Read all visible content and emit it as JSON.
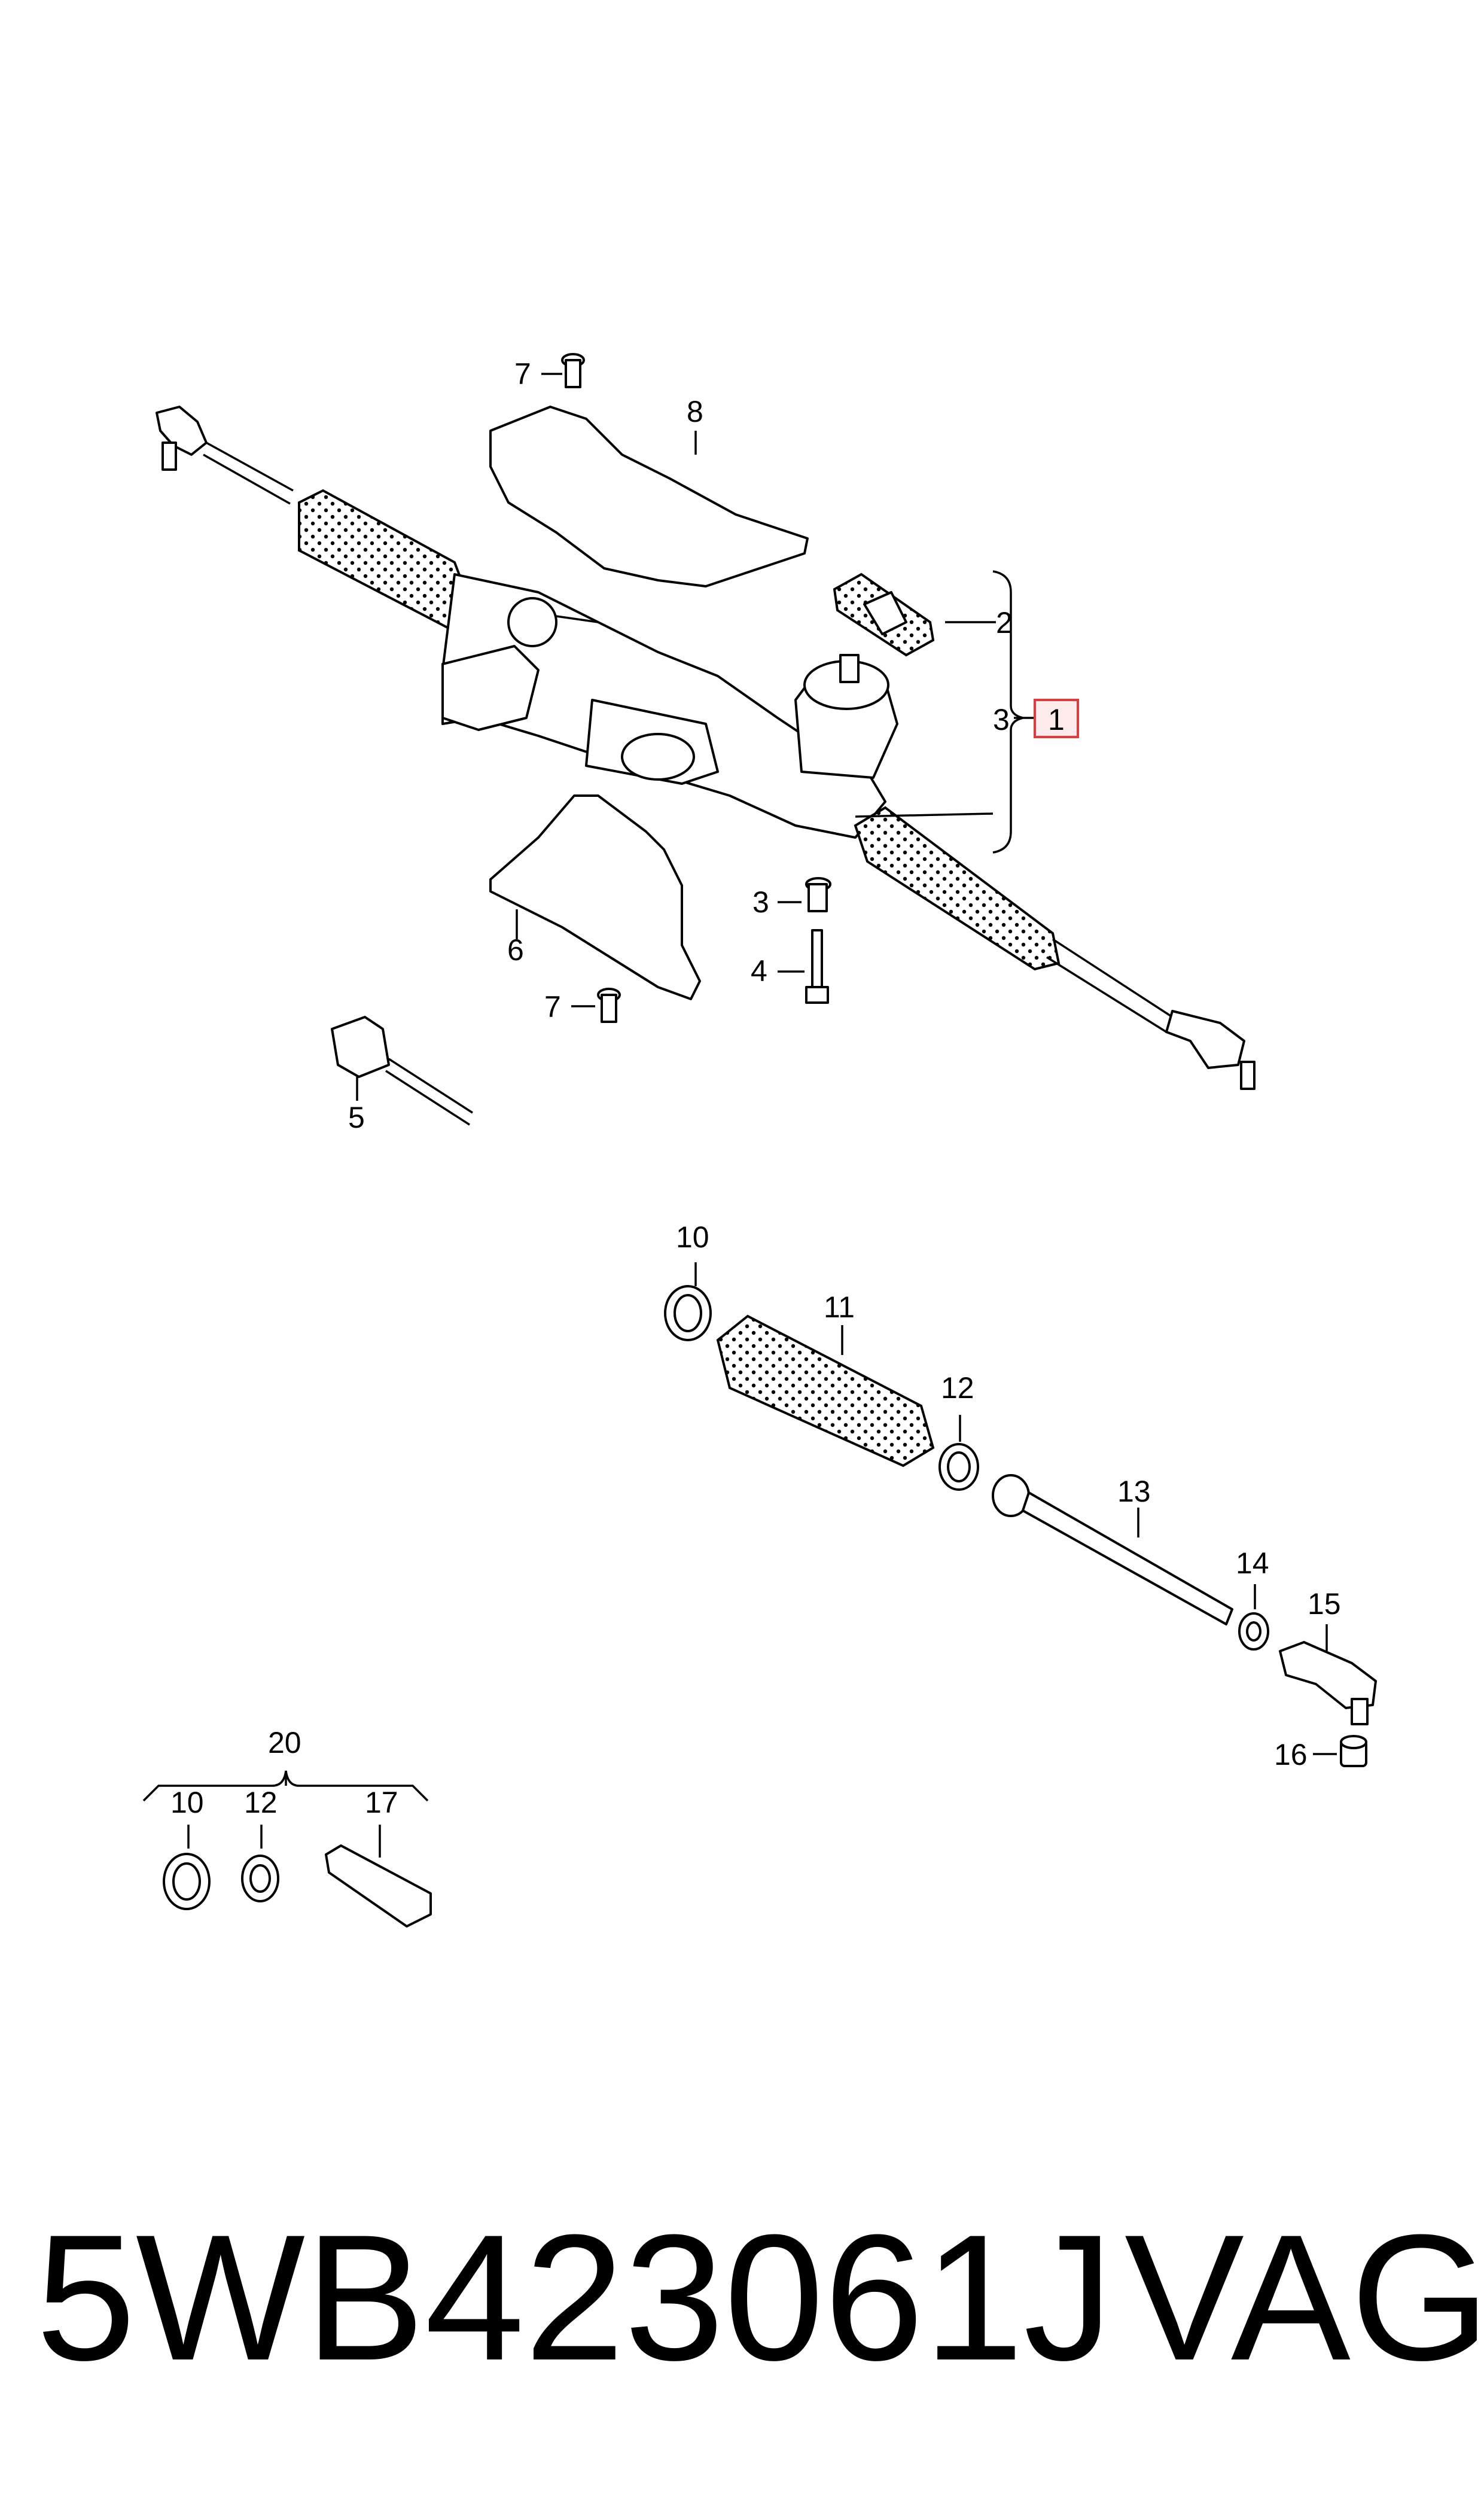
{
  "callouts": {
    "c1": "1",
    "c2": "2",
    "c3a": "3",
    "c3b": "3",
    "c4": "4",
    "c5": "5",
    "c6": "6",
    "c7a": "7",
    "c7b": "7",
    "c8": "8",
    "c10a": "10",
    "c10b": "10",
    "c11": "11",
    "c12a": "12",
    "c12b": "12",
    "c13": "13",
    "c14": "14",
    "c15": "15",
    "c16": "16",
    "c17": "17",
    "c20": "20"
  },
  "footer": {
    "part_number": "5WB423061J",
    "brand": "VAG"
  },
  "colors": {
    "highlight_fill": "#fdeaea",
    "highlight_stroke": "#e23b3b",
    "ink": "#000000"
  }
}
